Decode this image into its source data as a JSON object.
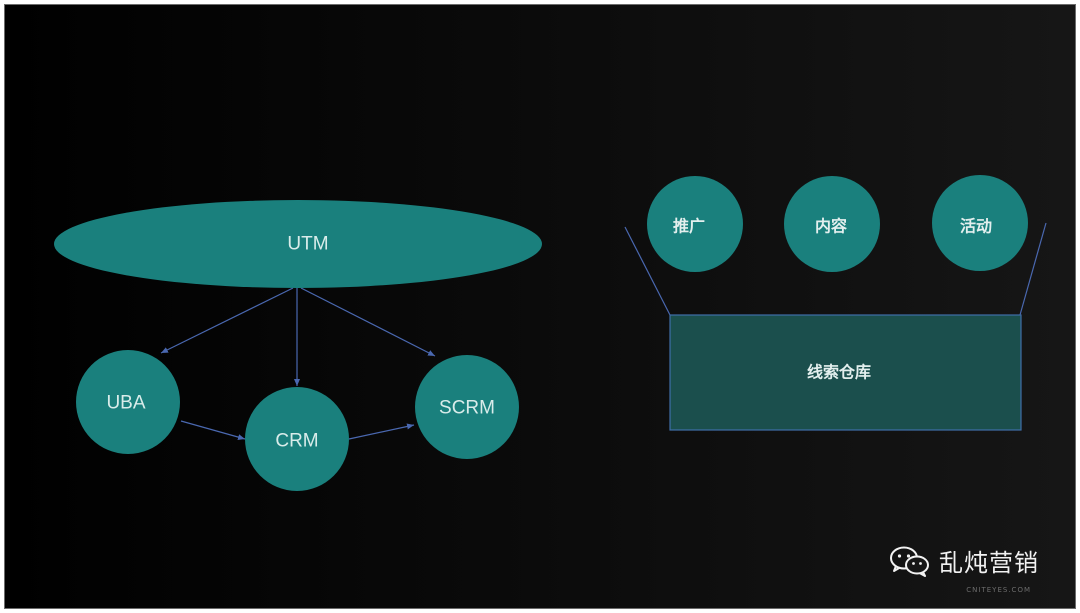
{
  "diagram": {
    "utm_label": "UTM",
    "uba_label": "UBA",
    "crm_label": "CRM",
    "scrm_label": "SCRM",
    "promotion_label": "推广",
    "content_label": "内容",
    "activity_label": "活动",
    "lead_warehouse_label": "线索仓库"
  },
  "brand": {
    "name": "乱炖营销",
    "watermark": "CNITEYES.COM"
  },
  "colors": {
    "node_fill": "#1a807d",
    "warehouse_fill": "#1b4f4d",
    "arrow": "#4a68b0",
    "background": "#000000"
  }
}
